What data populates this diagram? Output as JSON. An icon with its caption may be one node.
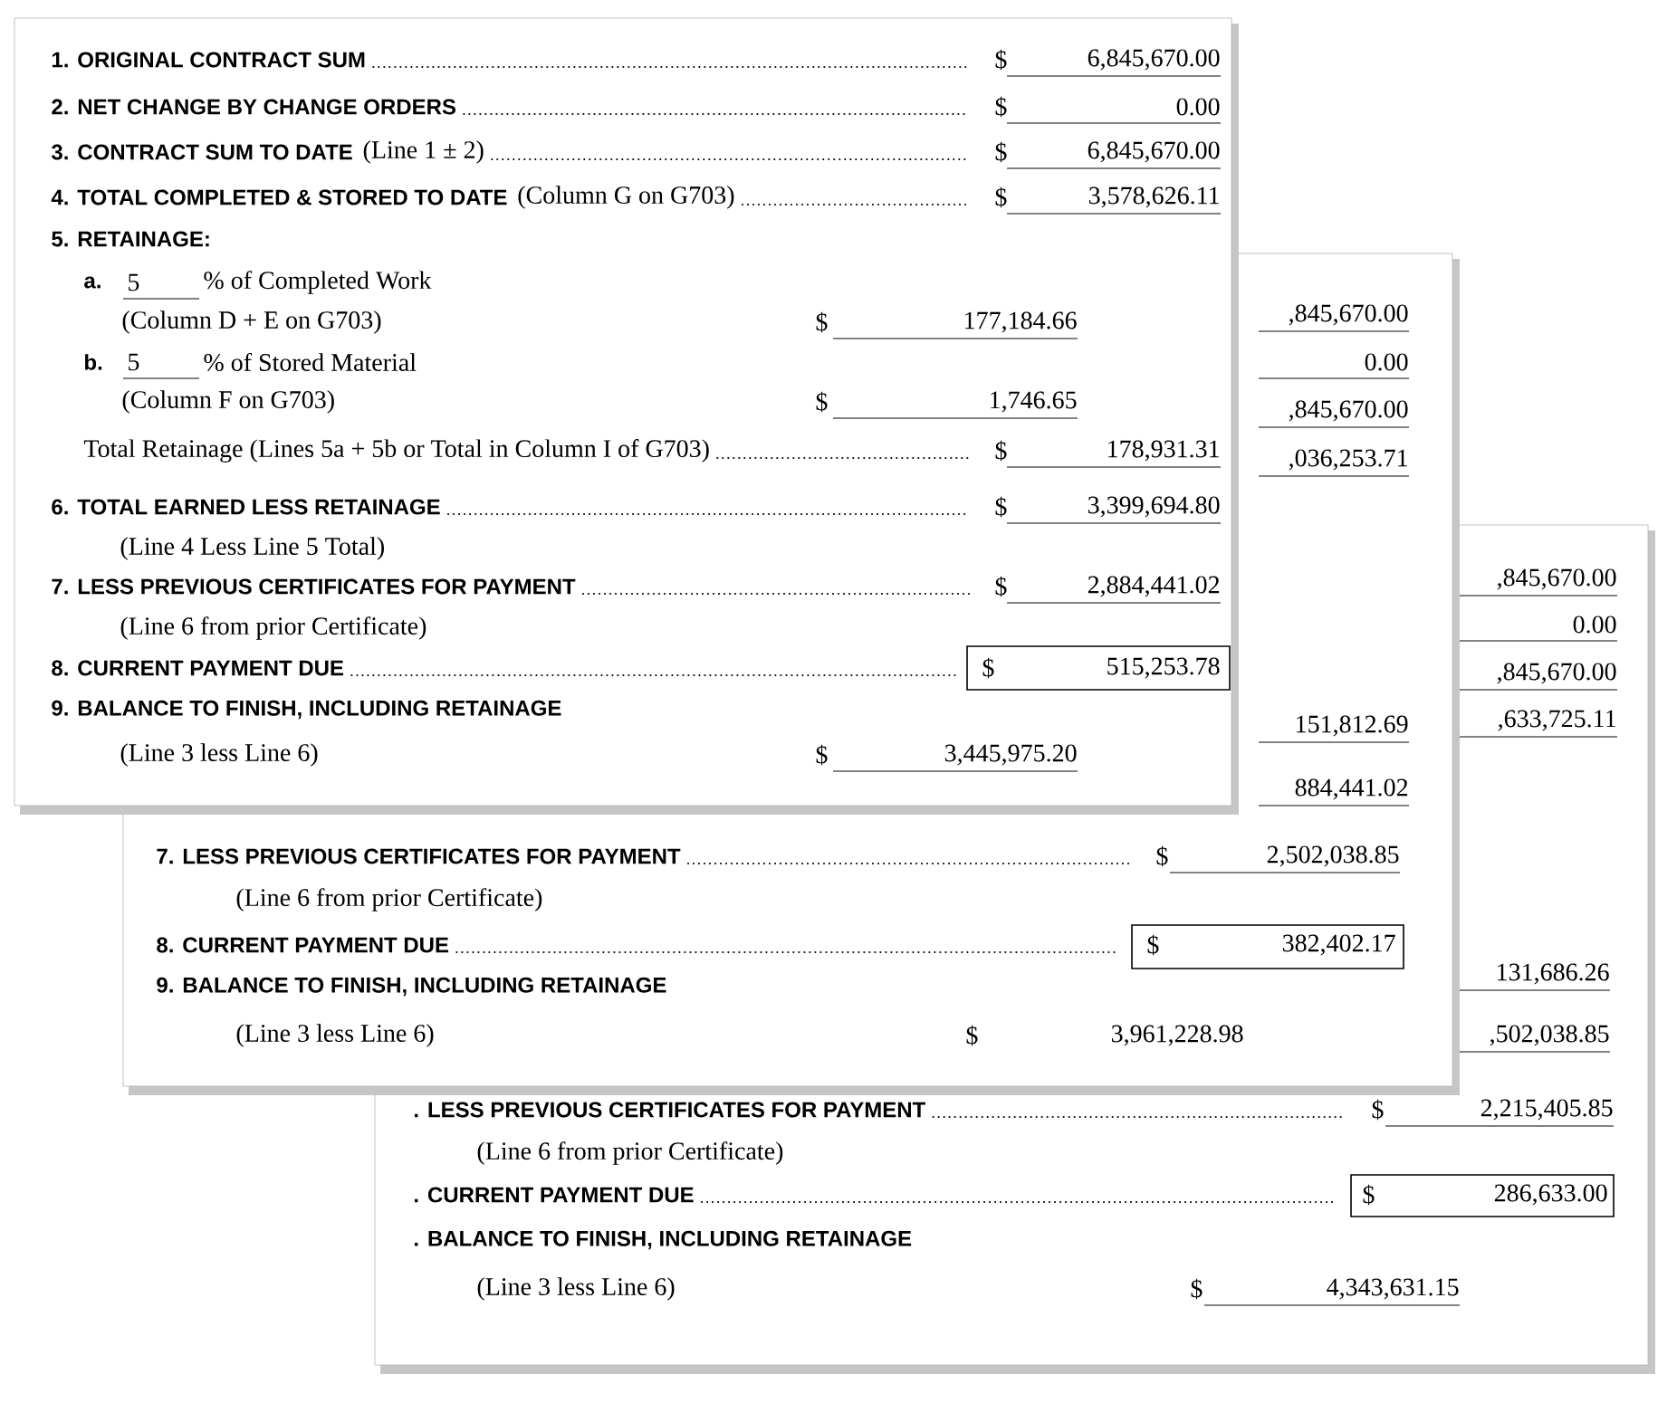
{
  "diagram": {
    "labels": [
      "1. ORIGINAL CONTRACT SUM",
      "$",
      "6,845,670.00",
      "2. NET CHANGE BY CHANGE ORDERS",
      "$",
      "0.00",
      "3. CONTRACT SUM TO DATE",
      "(Line 1 ± 2)",
      "$",
      "6,845,670.00",
      "4. TOTAL COMPLETED & STORED TO DATE",
      "(Column G on G703)",
      "$",
      "3,578,626.11",
      "5. RETAINAGE:",
      "a.",
      "5",
      "% of Completed Work",
      "(Column D + E on G703)",
      "$",
      "177,184.66",
      "b.",
      "5",
      "% of Stored Material",
      "(Column F on G703)",
      "$",
      "1,746.65",
      "Total Retainage (Lines 5a + 5b or Total in Column I of G703)",
      "$",
      "178,931.31",
      "6. TOTAL EARNED LESS RETAINAGE",
      "$",
      "3,399,694.80",
      "(Line 4 Less Line 5 Total)",
      "7. LESS PREVIOUS CERTIFICATES FOR PAYMENT",
      "$",
      "2,884,441.02",
      "(Line 6 from prior Certificate)",
      "8. CURRENT PAYMENT DUE",
      "$",
      "515,253.78",
      "9. BALANCE TO FINISH, INCLUDING RETAINAGE",
      "(Line 3 less Line 6)",
      "$",
      "3,445,975.20",
      ",845,670.00",
      "0.00",
      ",845,670.00",
      ",036,253.71",
      "151,812.69",
      "884,441.02",
      "7. LESS PREVIOUS CERTIFICATES FOR PAYMENT",
      "$",
      "2,502,038.85",
      "(Line 6 from prior Certificate)",
      "8. CURRENT PAYMENT DUE",
      "$",
      "382,402.17",
      "9. BALANCE TO FINISH, INCLUDING RETAINAGE",
      "(Line 3 less Line 6)",
      "$",
      "3,961,228.98",
      ",845,670.00",
      "0.00",
      ",845,670.00",
      ",633,725.11",
      "131,686.26",
      ",502,038.85",
      ". LESS PREVIOUS CERTIFICATES FOR PAYMENT",
      "$",
      "2,215,405.85",
      "(Line 6 from prior Certificate)",
      ". CURRENT PAYMENT DUE",
      "$",
      "286,633.00",
      ". BALANCE TO FINISH, INCLUDING RETAINAGE",
      "(Line 3 less Line 6)",
      "$",
      "4,343,631.15"
    ]
  }
}
